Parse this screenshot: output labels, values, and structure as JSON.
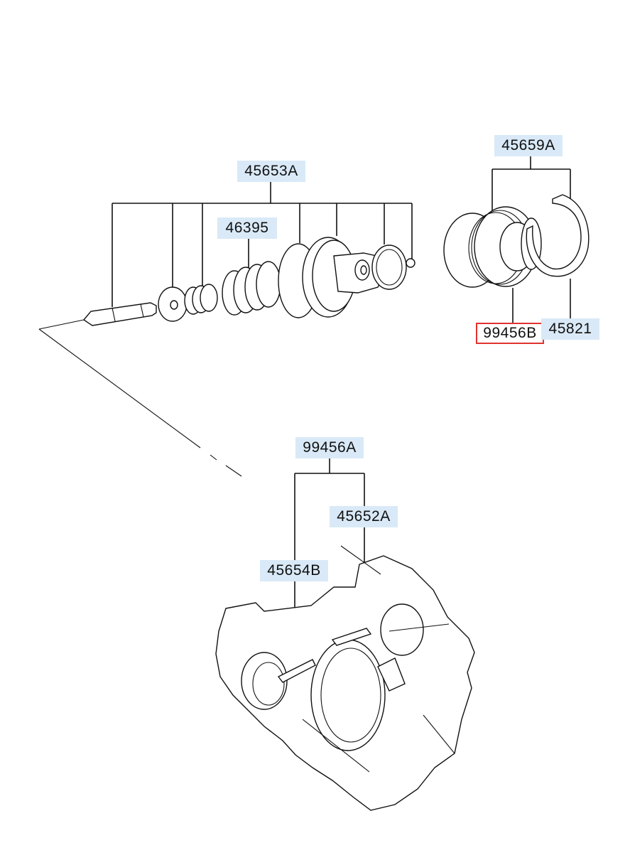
{
  "diagram": {
    "labels": {
      "p45653A": "45653A",
      "p46395": "46395",
      "p45659A": "45659A",
      "p99456B": "99456B",
      "p45821": "45821",
      "p99456A": "99456A",
      "p45652A": "45652A",
      "p45654B": "45654B"
    },
    "highlighted_part": "99456B",
    "colors": {
      "label_background": "#d9e9f7",
      "highlight_border": "#e0332f",
      "line": "#111111"
    }
  }
}
